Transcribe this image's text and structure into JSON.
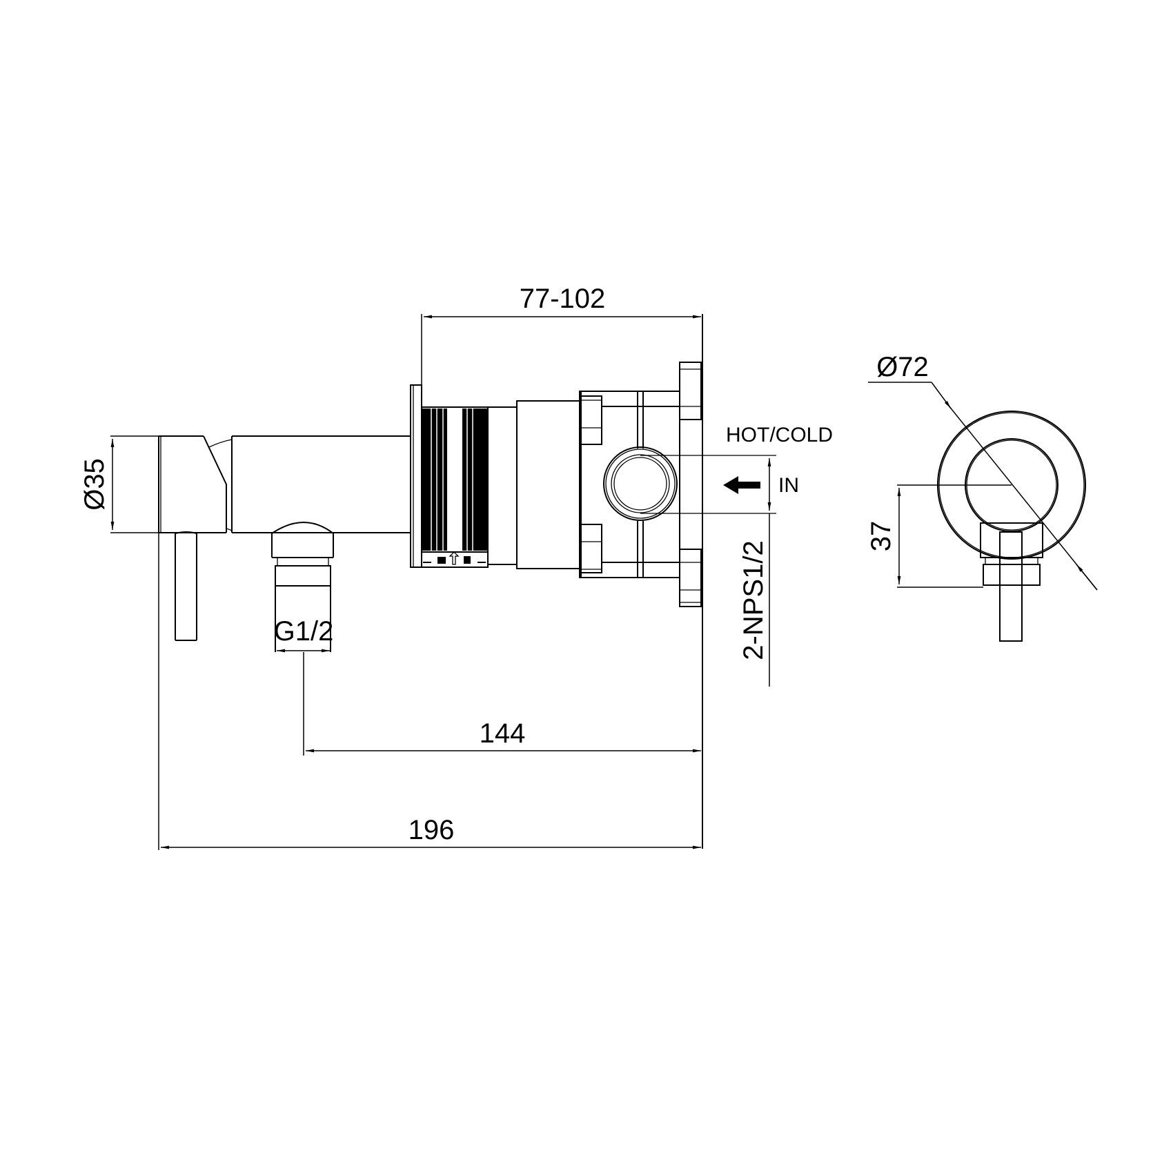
{
  "drawing": {
    "title": "Concealed shower mixer with diverter outlet – technical dimension drawing",
    "line_color": "#000000",
    "background": "#ffffff"
  },
  "dimensions": {
    "wall_depth": "77-102",
    "total_length": "196",
    "outlet_to_wall": "144",
    "body_diameter": "Ø35",
    "plate_diameter": "Ø72",
    "handle_offset": "37",
    "outlet_thread": "G1/2",
    "inlet_thread": "2-NPS1/2"
  },
  "labels": {
    "inlet_type": "HOT/COLD",
    "inlet_direction": "IN"
  },
  "icons": {
    "inlet_arrow": "arrow-left-icon",
    "dimension_arrows": "arrowhead-icon"
  }
}
